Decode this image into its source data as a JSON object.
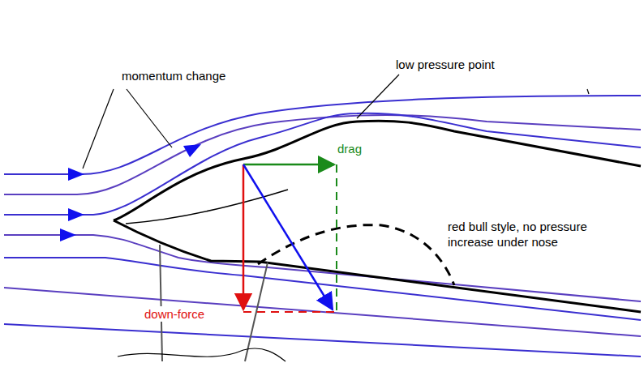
{
  "diagram": {
    "labels": [
      "momentum change",
      "low pressure point",
      "drag",
      "down-force",
      "red bull style, no pressure increase under nose"
    ]
  }
}
